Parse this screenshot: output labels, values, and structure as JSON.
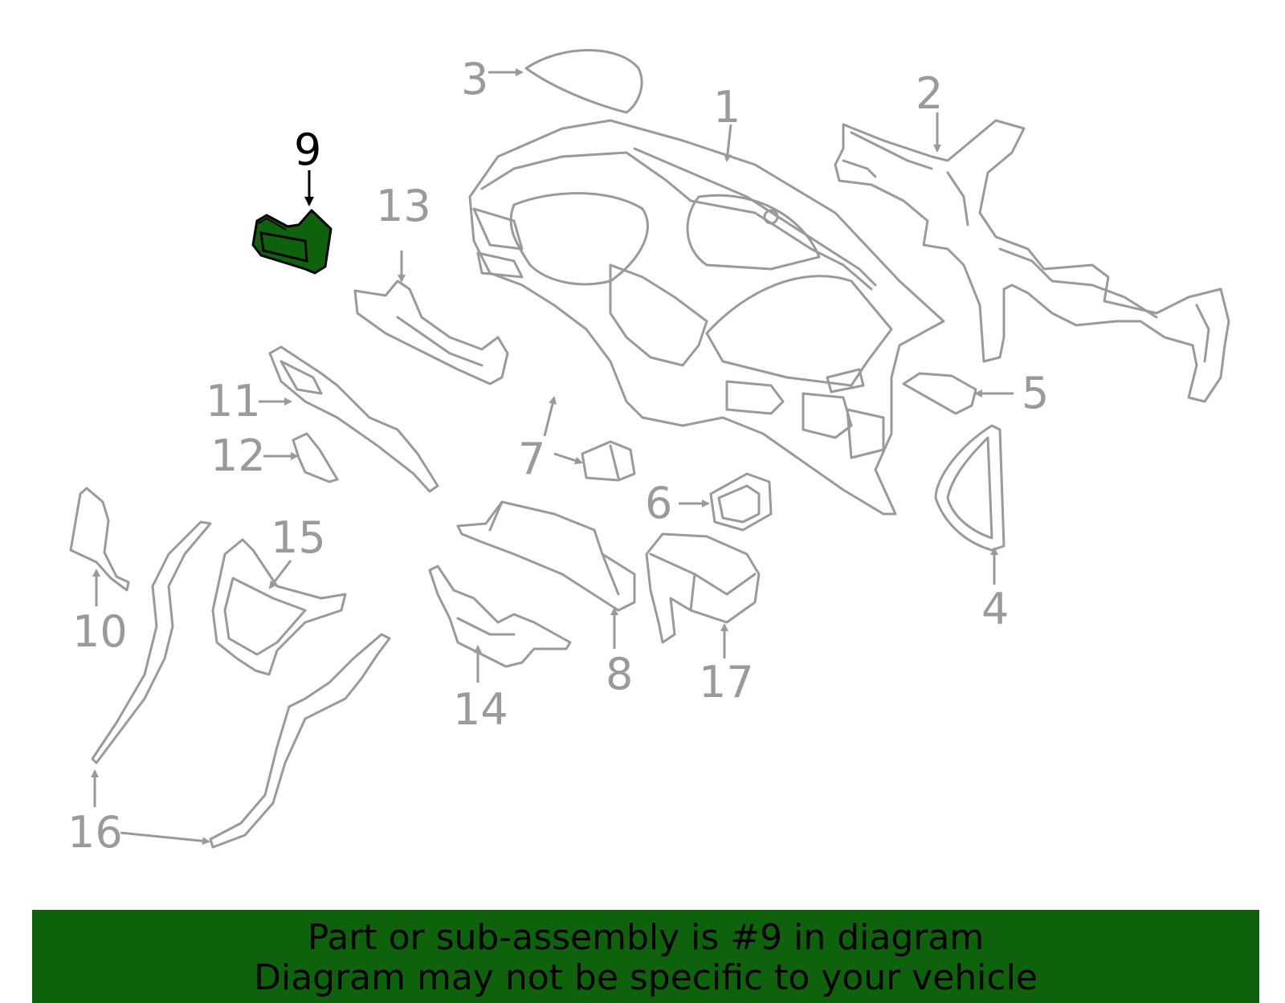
{
  "diagram": {
    "highlighted_part": "9",
    "highlight_color": "#0f620c",
    "line_color": "#9a9a9a",
    "callouts": [
      "1",
      "2",
      "3",
      "4",
      "5",
      "6",
      "7",
      "8",
      "9",
      "10",
      "11",
      "12",
      "13",
      "14",
      "15",
      "16",
      "17"
    ]
  },
  "banner": {
    "line1": "Part or sub-assembly is #9 in diagram",
    "line2": "Diagram may not be specific to your vehicle",
    "background": "#0f620c"
  }
}
